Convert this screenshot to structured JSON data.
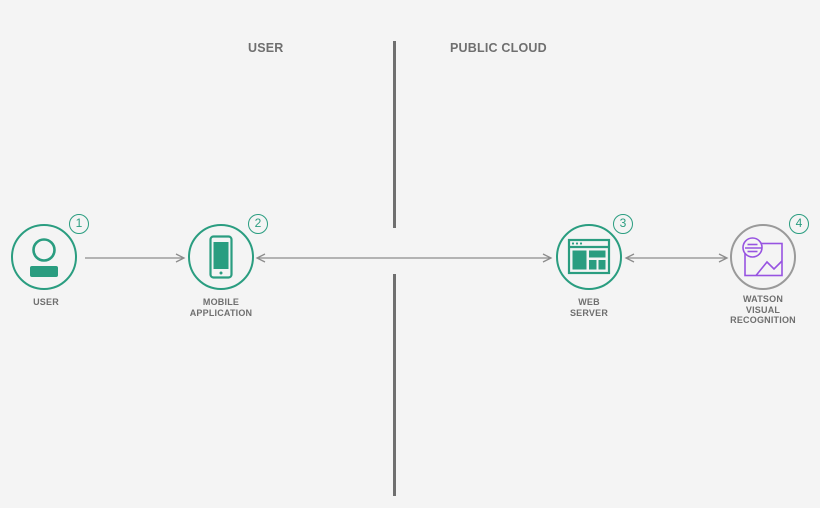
{
  "zones": {
    "user": "USER",
    "cloud": "PUBLIC CLOUD"
  },
  "nodes": [
    {
      "number": "1",
      "label_lines": [
        "USER"
      ],
      "icon": "person-icon"
    },
    {
      "number": "2",
      "label_lines": [
        "MOBILE",
        "APPLICATION"
      ],
      "icon": "smartphone-icon"
    },
    {
      "number": "3",
      "label_lines": [
        "WEB",
        "SERVER"
      ],
      "icon": "browser-window-icon"
    },
    {
      "number": "4",
      "label_lines": [
        "WATSON",
        "VISUAL",
        "RECOGNITION"
      ],
      "icon": "visual-recognition-icon"
    }
  ],
  "colors": {
    "accent": "#2a9d80",
    "watson": "#9753e1",
    "text": "#6f6f6f",
    "arrow": "#8c8c8c",
    "background": "#f4f4f4"
  }
}
